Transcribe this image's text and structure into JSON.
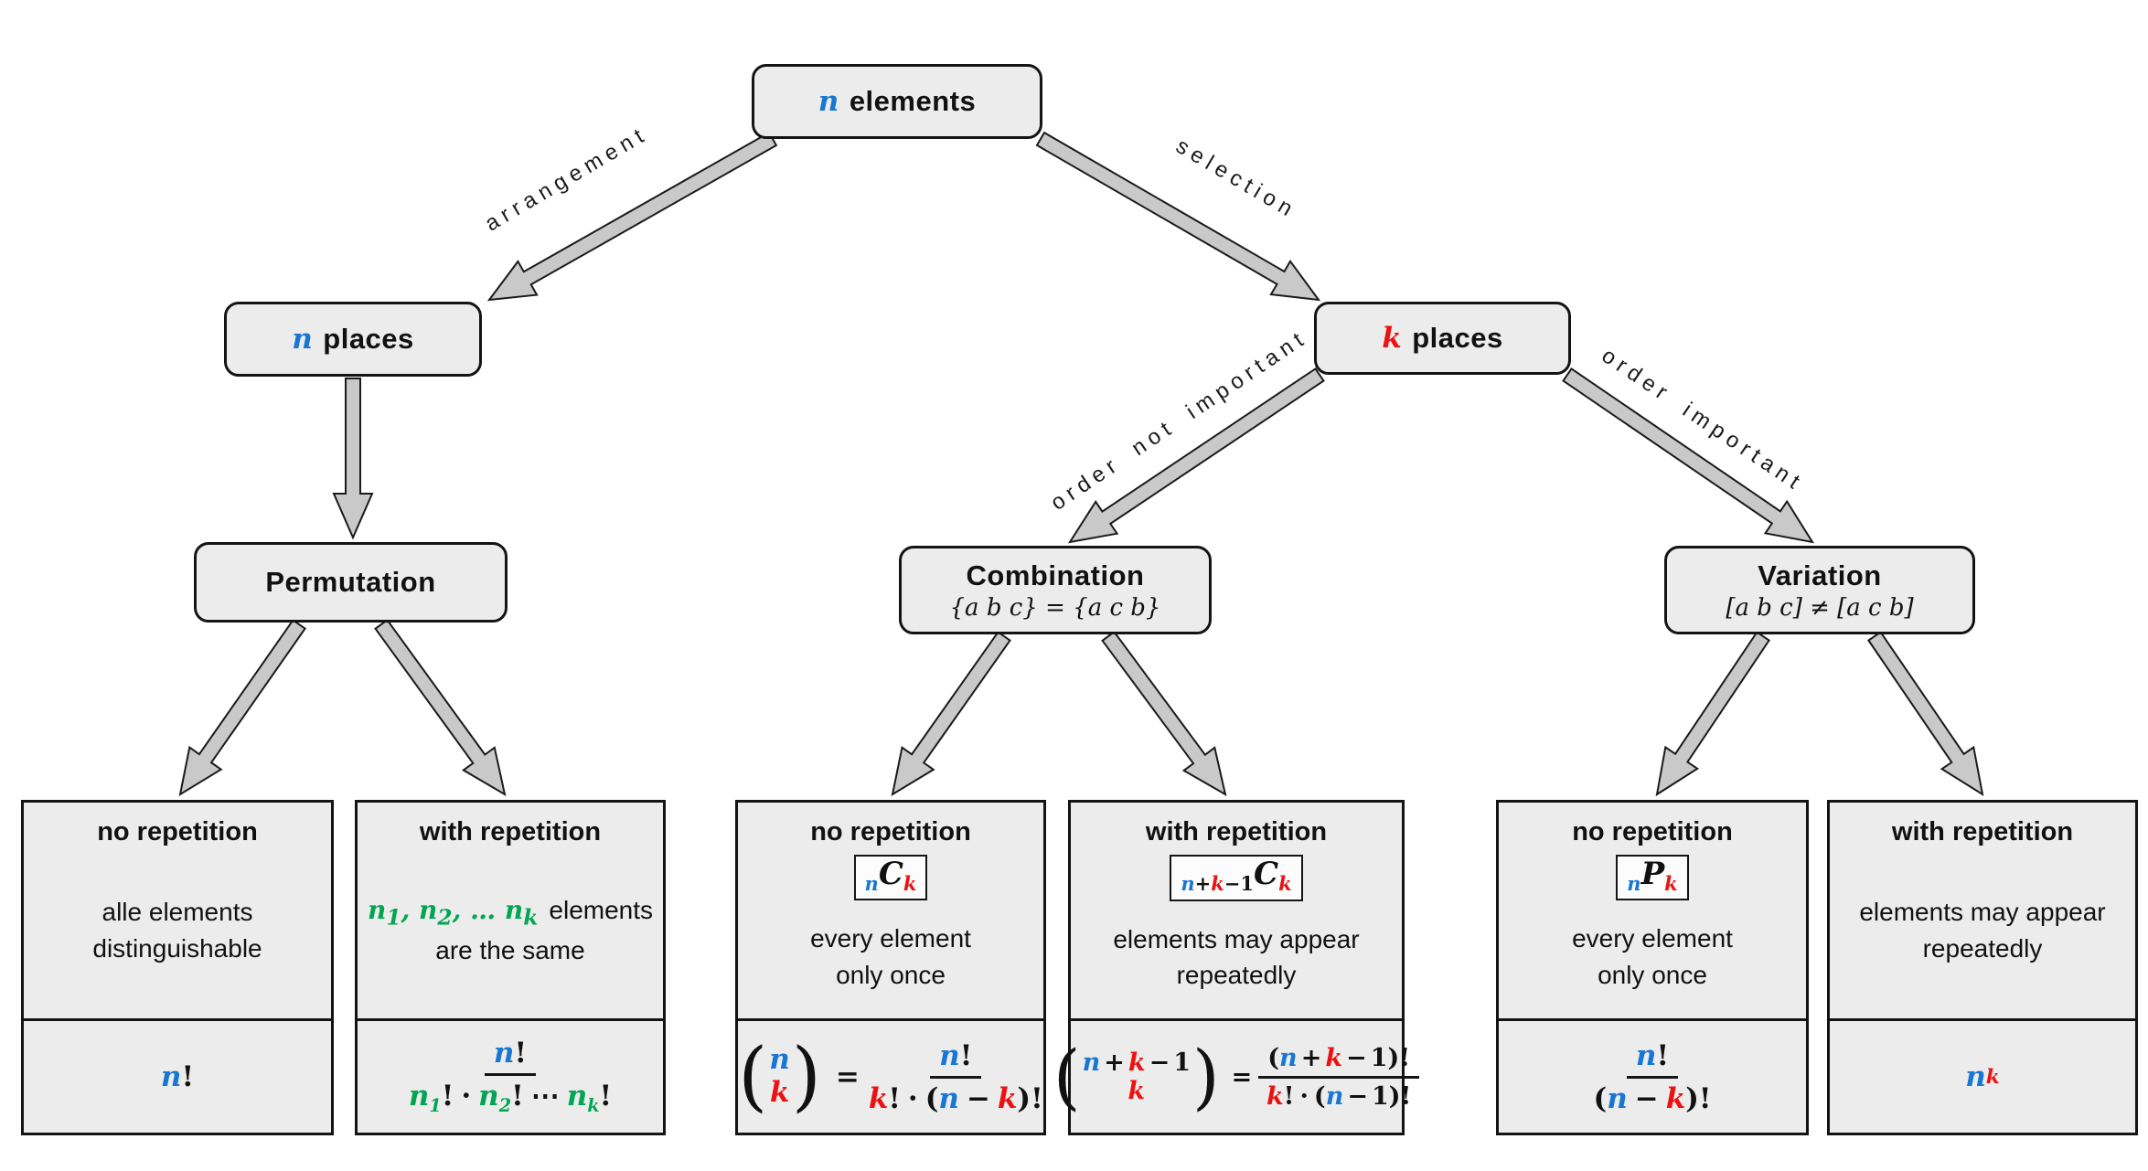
{
  "colors": {
    "blue": "#1777d2",
    "red": "#ee1111",
    "green": "#00a651",
    "box_fill": "#ececec",
    "arrow_fill": "#c9c9c9"
  },
  "nodes": {
    "root": {
      "var": "n",
      "label": "elements"
    },
    "n_places": {
      "var": "n",
      "label": "places"
    },
    "k_places": {
      "var": "k",
      "label": "places"
    },
    "permutation": {
      "title": "Permutation"
    },
    "combination": {
      "title": "Combination",
      "subtitle": "{a b c} = {a c b}"
    },
    "variation": {
      "title": "Variation",
      "subtitle": "[a b c] ≠ [a c b]"
    }
  },
  "edges": {
    "arrangement": "arrangement",
    "selection": "selection",
    "order_not_important": "order not important",
    "order_important": "order important"
  },
  "leaves": {
    "perm_no_rep": {
      "header": "no repetition",
      "line1": "alle elements",
      "line2": "distinguishable"
    },
    "perm_rep": {
      "header": "with repetition",
      "line1_suffix": "elements",
      "line2": "are the same"
    },
    "comb_no_rep": {
      "header": "no repetition",
      "line1": "every element",
      "line2": "only once"
    },
    "comb_rep": {
      "header": "with repetition",
      "line1": "elements may appear",
      "line2": "repeatedly"
    },
    "var_no_rep": {
      "header": "no repetition",
      "line1": "every element",
      "line2": "only once"
    },
    "var_rep": {
      "header": "with repetition",
      "line1": "elements may appear",
      "line2": "repeatedly"
    }
  },
  "tokens": {
    "n": "n",
    "k": "k",
    "C": "C",
    "P": "P",
    "one": "1",
    "two": "2",
    "plus": "+",
    "minus": "−",
    "equals": "=",
    "bang": "!",
    "cdot": "·",
    "cdots": "⋯",
    "ellipsis": "…",
    "comma": ",",
    "lp": "(",
    "rp": ")"
  }
}
